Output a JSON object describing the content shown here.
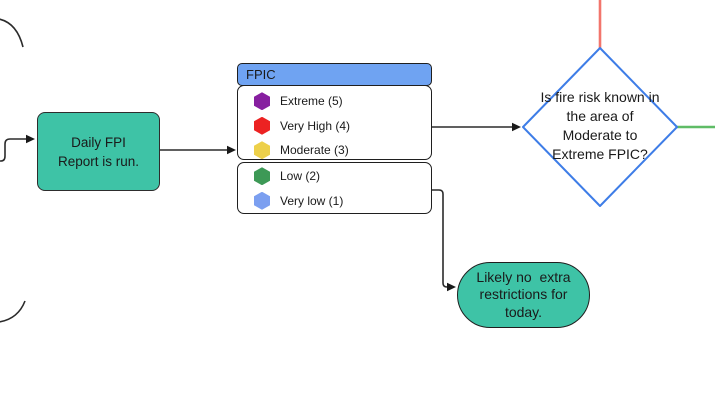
{
  "legend": {
    "header": "FPIC",
    "groups": [
      {
        "items": [
          {
            "icon": "hexagon",
            "label": "Extreme (5)",
            "color": "#871FA0"
          },
          {
            "icon": "hexagon",
            "label": "Very High (4)",
            "color": "#EC2222"
          },
          {
            "icon": "hexagon",
            "label": "Moderate (3)",
            "color": "#EDD04A"
          }
        ]
      },
      {
        "items": [
          {
            "icon": "hexagon",
            "label": "Low (2)",
            "color": "#3D9956"
          },
          {
            "icon": "hexagon",
            "label": "Very low (1)",
            "color": "#7B9FF0"
          }
        ]
      }
    ]
  },
  "nodes": {
    "daily_fpi": {
      "text": "Daily FPI\nReport is run.",
      "fill": "#3EC3A6"
    },
    "decision": {
      "text": "Is fire risk known in\nthe area of\nModerate to\nExtreme FPIC?"
    },
    "outcome": {
      "text": "Likely no  extra\nrestrictions for\ntoday.",
      "fill": "#3EC3A6"
    }
  },
  "colors": {
    "connector": "#2B2B2B",
    "arrowhead": "#1A1A1A",
    "diamond_border": "#3E7DE7",
    "diamond_fill": "#FFFFFF",
    "branch_up_red": "#F2756C",
    "branch_right_green": "#5FBC66",
    "legend_header_fill": "#6FA3F2"
  }
}
